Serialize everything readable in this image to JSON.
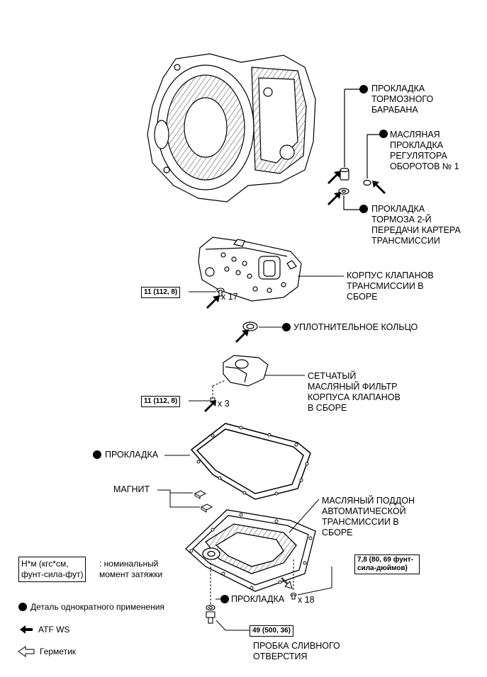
{
  "labels": {
    "brake_drum_gasket": "ПРОКЛАДКА\nТОРМОЗНОГО\nБАРАБАНА",
    "governor_gasket": "МАСЛЯНАЯ\nПРОКЛАДКА\nРЕГУЛЯТОРА\nОБОРОТОВ № 1",
    "second_brake_gasket": "ПРОКЛАДКА\nТОРМОЗА 2-Й\nПЕРЕДАЧИ КАРТЕРА\nТРАНСМИССИИ",
    "valve_body": "КОРПУС КЛАПАНОВ\nТРАНСМИССИИ В\nСБОРЕ",
    "o_ring": "УПЛОТНИТЕЛЬНОЕ КОЛЬЦО",
    "strainer": "СЕТЧАТЫЙ\nМАСЛЯНЫЙ ФИЛЬТР\nКОРПУСА КЛАПАНОВ\nВ СБОРЕ",
    "pan_gasket": "ПРОКЛАДКА",
    "magnet": "МАГНИТ",
    "oil_pan": "МАСЛЯНЫЙ ПОДДОН\nАВТОМАТИЧЕСКОЙ\nТРАНСМИССИИ В\nСБОРЕ",
    "plug_gasket": "ПРОКЛАДКА",
    "drain_plug": "ПРОБКА СЛИВНОГО\nОТВЕРСТИЯ"
  },
  "torques": {
    "valve_body": "11 (112, 8)",
    "strainer": "11 (112, 8)",
    "oil_pan": "7,8 (80, 69 фунт-\nсила-дюймов)",
    "drain_plug": "49 (500, 36)"
  },
  "quantities": {
    "valve_body": "x 17",
    "strainer": "x 3",
    "oil_pan": "x 18"
  },
  "legend": {
    "torque_unit": "Н*м (кгс*см,\nфунт-сила-фут)",
    "torque_desc": ": номинальный\nмомент затяжки",
    "non_reusable": "Деталь однократного применения",
    "atf": "ATF WS",
    "sealant": "Герметик"
  }
}
